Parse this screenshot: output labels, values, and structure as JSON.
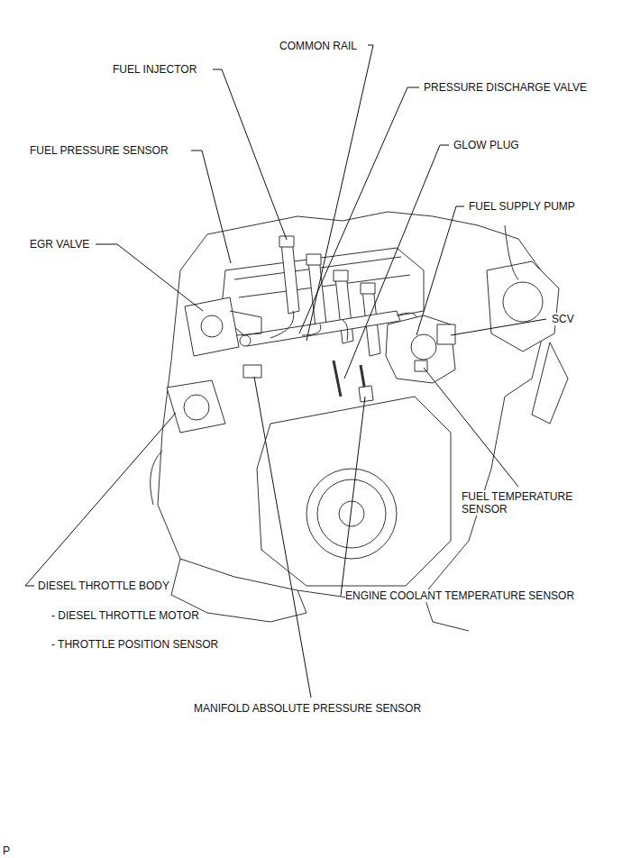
{
  "diagram": {
    "labels": [
      "COMMON RAIL",
      "FUEL INJECTOR",
      "PRESSURE DISCHARGE VALVE",
      "GLOW PLUG",
      "FUEL PRESSURE SENSOR",
      "FUEL SUPPLY PUMP",
      "EGR VALVE",
      "SCV",
      "FUEL TEMPERATURE SENSOR",
      "DIESEL THROTTLE BODY",
      "- DIESEL THROTTLE MOTOR",
      "- THROTTLE POSITION SENSOR",
      "ENGINE COOLANT TEMPERATURE SENSOR",
      "MANIFOLD ABSOLUTE PRESSURE SENSOR",
      "P"
    ]
  }
}
